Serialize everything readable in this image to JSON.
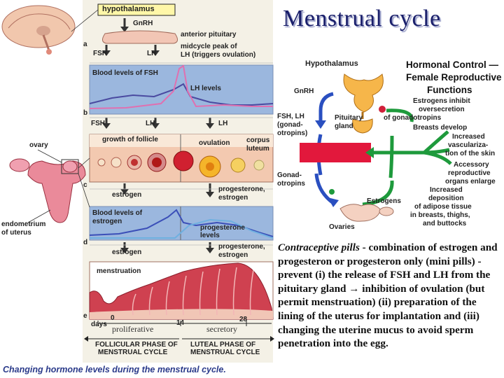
{
  "title": "Menstrual cycle",
  "left_diagram": {
    "hypothalamus": "hypothalamus",
    "gnrh": "GnRH",
    "anterior_pituitary": "anterior pituitary",
    "fsh": "FSH",
    "lh": "LH",
    "midcycle_peak": [
      "midcycle peak of",
      "LH (triggers ovulation)"
    ],
    "blood_fsh": "Blood levels of FSH",
    "lh_levels": "LH levels",
    "growth_follicle": "growth of follicle",
    "ovulation": "ovulation",
    "corpus_luteum": [
      "corpus",
      "luteum"
    ],
    "ovary": "ovary",
    "estrogen": "estrogen",
    "prog_estrogen": [
      "progesterone,",
      "estrogen"
    ],
    "blood_estrogen": [
      "Blood levels of",
      "estrogen"
    ],
    "prog_levels": [
      "progesterone",
      "levels"
    ],
    "endometrium": [
      "endometrium",
      "of uterus"
    ],
    "menstruation": "menstruation",
    "days": "days",
    "day_0": "0",
    "day_14": "14",
    "day_28": "28",
    "proliferative": "proliferative",
    "secretory": "secretory",
    "follicular": [
      "FOLLICULAR PHASE OF",
      "MENSTRUAL CYCLE"
    ],
    "luteal": [
      "LUTEAL PHASE OF",
      "MENSTRUAL CYCLE"
    ],
    "panel_letters": [
      "a",
      "b",
      "c",
      "d",
      "e"
    ],
    "caption": "Changing hormone levels during the menstrual cycle."
  },
  "right_diagram": {
    "hypothalamus": "Hypothalamus",
    "title": [
      "Hormonal Control —",
      "Female Reproductive",
      "Functions"
    ],
    "gnrh": "GnRH",
    "fsh_lh": [
      "FSH, LH",
      "(gonad-",
      "otropins)"
    ],
    "pituitary": [
      "Pituitary",
      "gland"
    ],
    "estrogens_inhibit": [
      "Estrogens inhibit",
      "oversecretion",
      "of gonadotropins"
    ],
    "breasts": "Breasts develop",
    "vascular": [
      "Increased",
      "vasculariza-",
      "tion of the skin"
    ],
    "accessory": [
      "Accessory",
      "reproductive",
      "organs enlarge"
    ],
    "gonadotropins": [
      "Gonad-",
      "otropins"
    ],
    "estrogens": "Estrogens",
    "adipose": [
      "Increased",
      "deposition",
      "of adipose tissue",
      "in breasts, thighs,",
      "and buttocks"
    ],
    "ovaries": "Ovaries"
  },
  "description": {
    "lead": "Contraceptive pills",
    "text": " - combination of estrogen and progesteron or progesteron only (mini pills) - prevent (i) the release of FSH and LH from the pituitary gland → inhibition of ovulation (but permit menstruation) (ii) preparation of the lining of the uterus for implantation and (iii) changing the uterine mucus to avoid sperm penetration into the egg."
  },
  "colors": {
    "title": "#1a1f6b",
    "panel_blue": "#9bb7de",
    "fsh_curve": "#5a5aa8",
    "lh_curve": "#e070b0",
    "estrogen_curve": "#3b4fb8",
    "progesterone_curve": "#5ca0d8",
    "endometrium": "#c9384a",
    "red_bar": "#e2183c",
    "green_arrow": "#1e9a3c",
    "blue_arrow": "#2a4fc0"
  }
}
